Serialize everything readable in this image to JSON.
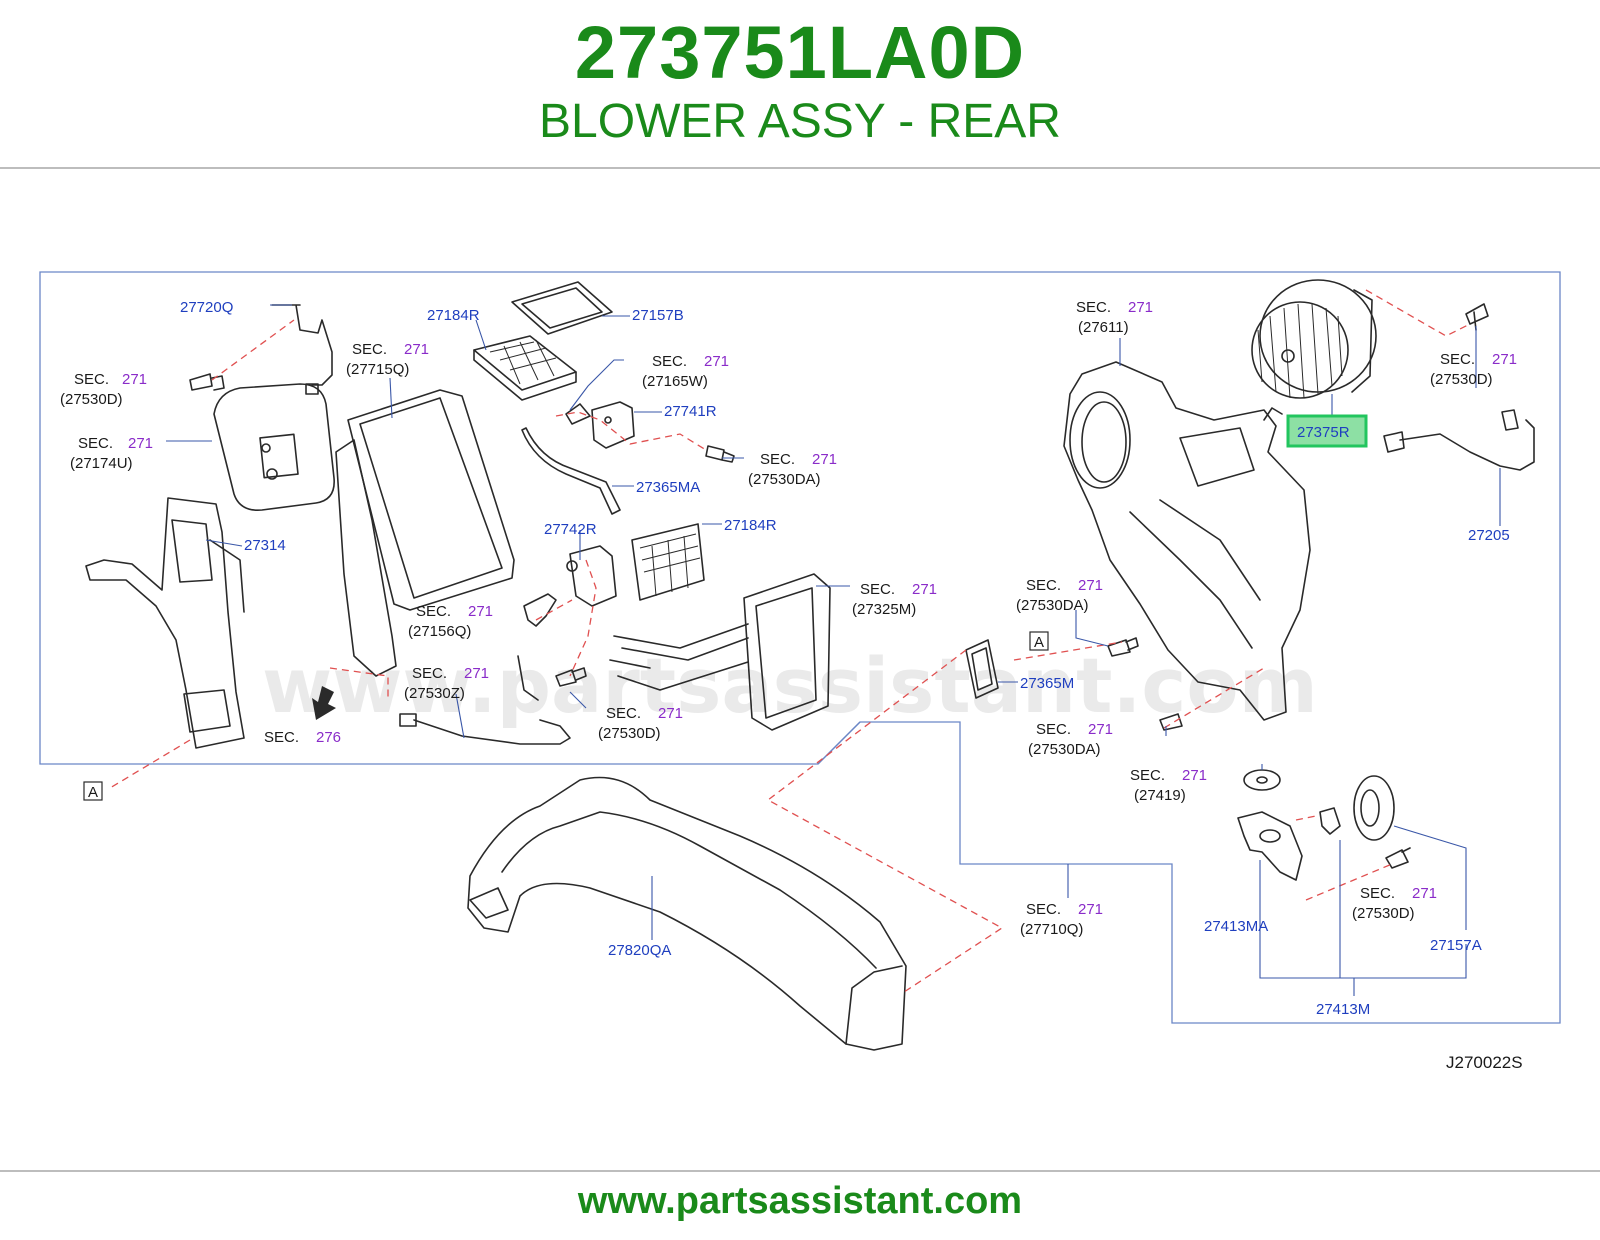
{
  "header": {
    "part_number": "273751LA0D",
    "part_name": "BLOWER ASSY - REAR"
  },
  "footer": {
    "url": "www.partsassistant.com"
  },
  "diagram": {
    "watermark": "www.partsassistant.com",
    "drawing_code": "J270022S",
    "highlight_color": "#22c55e",
    "callouts": [
      {
        "id": "27720Q",
        "text": "27720Q"
      },
      {
        "id": "27184R_a",
        "text": "27184R"
      },
      {
        "id": "27157B",
        "text": "27157B"
      },
      {
        "id": "27741R",
        "text": "27741R"
      },
      {
        "id": "27365MA",
        "text": "27365MA"
      },
      {
        "id": "27314",
        "text": "27314"
      },
      {
        "id": "27742R",
        "text": "27742R"
      },
      {
        "id": "27184R_b",
        "text": "27184R"
      },
      {
        "id": "27365M",
        "text": "27365M"
      },
      {
        "id": "27375R",
        "text": "27375R"
      },
      {
        "id": "27205",
        "text": "27205"
      },
      {
        "id": "27820QA",
        "text": "27820QA"
      },
      {
        "id": "27413MA",
        "text": "27413MA"
      },
      {
        "id": "27157A",
        "text": "27157A"
      },
      {
        "id": "27413M",
        "text": "27413M"
      }
    ],
    "sections": [
      {
        "prefix": "SEC.",
        "num": "271",
        "ref": "(27530D)"
      },
      {
        "prefix": "SEC.",
        "num": "271",
        "ref": "(27715Q)"
      },
      {
        "prefix": "SEC.",
        "num": "271",
        "ref": "(27174U)"
      },
      {
        "prefix": "SEC.",
        "num": "271",
        "ref": "(27165W)"
      },
      {
        "prefix": "SEC.",
        "num": "271",
        "ref": "(27530DA)"
      },
      {
        "prefix": "SEC.",
        "num": "271",
        "ref": "(27156Q)"
      },
      {
        "prefix": "SEC.",
        "num": "271",
        "ref": "(27530Z)"
      },
      {
        "prefix": "SEC.",
        "num": "271",
        "ref": "(27530D)"
      },
      {
        "prefix": "SEC.",
        "num": "271",
        "ref": "(27325M)"
      },
      {
        "prefix": "SEC.",
        "num": "276",
        "ref": ""
      },
      {
        "prefix": "SEC.",
        "num": "271",
        "ref": "(27611)"
      },
      {
        "prefix": "SEC.",
        "num": "271",
        "ref": "(27530D)"
      },
      {
        "prefix": "SEC.",
        "num": "271",
        "ref": "(27530DA)"
      },
      {
        "prefix": "SEC.",
        "num": "271",
        "ref": "(27530DA)"
      },
      {
        "prefix": "SEC.",
        "num": "271",
        "ref": "(27419)"
      },
      {
        "prefix": "SEC.",
        "num": "271",
        "ref": "(27710Q)"
      },
      {
        "prefix": "SEC.",
        "num": "271",
        "ref": "(27530D)"
      }
    ],
    "marker_a": "A"
  }
}
